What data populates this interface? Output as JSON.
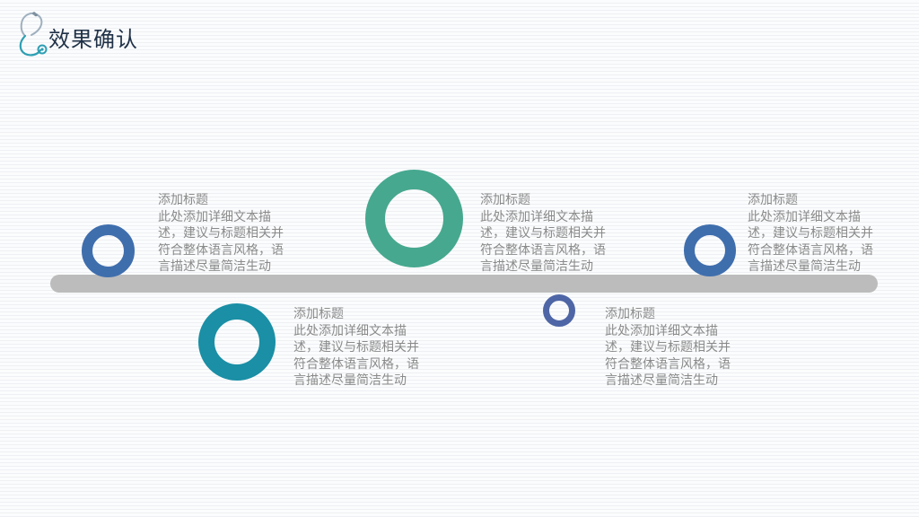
{
  "header": {
    "title": "效果确认",
    "icon": "stethoscope-icon"
  },
  "colors": {
    "ring_blue": "#3f6ead",
    "ring_teal": "#1a8fa5",
    "ring_green": "#46a88f",
    "ring_indigo": "#4e66a6",
    "timeline_gray": "#bcbcbc",
    "text_gray": "#8a8a8a",
    "title_navy": "#1f3147"
  },
  "items": [
    {
      "title": "添加标题",
      "body": "此处添加详细文本描述，建议与标题相关并符合整体语言风格，语言描述尽量简洁生动"
    },
    {
      "title": "添加标题",
      "body": "此处添加详细文本描述，建议与标题相关并符合整体语言风格，语言描述尽量简洁生动"
    },
    {
      "title": "添加标题",
      "body": "此处添加详细文本描述，建议与标题相关并符合整体语言风格，语言描述尽量简洁生动"
    },
    {
      "title": "添加标题",
      "body": "此处添加详细文本描述，建议与标题相关并符合整体语言风格，语言描述尽量简洁生动"
    },
    {
      "title": "添加标题",
      "body": "此处添加详细文本描述，建议与标题相关并符合整体语言风格，语言描述尽量简洁生动"
    }
  ]
}
